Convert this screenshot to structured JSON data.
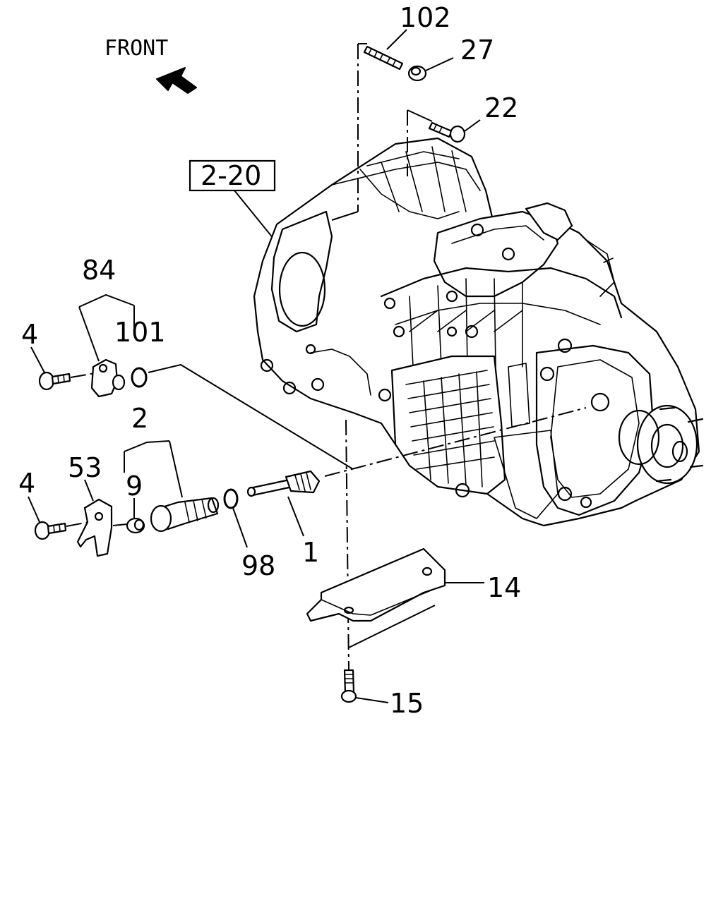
{
  "orientation": {
    "label": "FRONT",
    "arrow_icon": "arrow-up-left-icon"
  },
  "reference_box": {
    "label": "2-20"
  },
  "callouts": {
    "c102": "102",
    "c27": "27",
    "c22": "22",
    "c84": "84",
    "c101": "101",
    "c4a": "4",
    "c2": "2",
    "c53": "53",
    "c9": "9",
    "c4b": "4",
    "c98": "98",
    "c1": "1",
    "c14": "14",
    "c15": "15"
  },
  "parts": {
    "transmission": "transmission-assembly",
    "stud": "stud-bolt",
    "nut": "flange-nut",
    "bolt": "flange-bolt",
    "bracket": "sensor-bracket",
    "oring": "o-ring",
    "speed_sensor": "speed-sensor-assembly",
    "plate": "lock-plate",
    "bushing": "bushing",
    "driven_gear": "speedometer-driven-gear",
    "cover": "under-cover",
    "cover_bolt": "cover-bolt"
  }
}
